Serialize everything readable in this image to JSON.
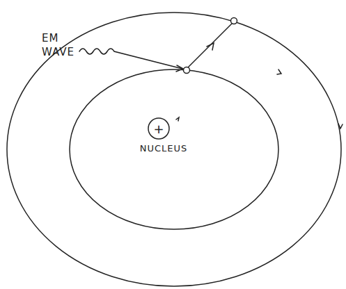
{
  "diagram": {
    "nodes": [
      {
        "text": [
          "+",
          "NUCLEUS"
        ]
      }
    ],
    "labels": [
      "EM WAVE"
    ]
  }
}
